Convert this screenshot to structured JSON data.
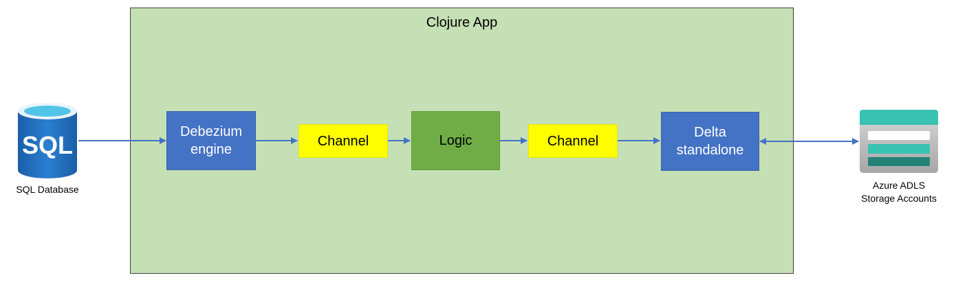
{
  "app": {
    "title": "Clojure App"
  },
  "nodes": {
    "debezium": "Debezium\nengine",
    "channel_1": "Channel",
    "logic": "Logic",
    "channel_2": "Channel",
    "delta": "Delta\nstandalone"
  },
  "external": {
    "sql_label": "SQL Database",
    "sql_icon_text": "SQL",
    "sql_icon": "sql-database-icon",
    "adls_label": "Azure ADLS\nStorage Accounts",
    "adls_icon": "storage-account-icon"
  },
  "colors": {
    "container": "#c5e0b4",
    "blue_node": "#4472c4",
    "yellow_node": "#ffff00",
    "green_node": "#70ad47",
    "arrow": "#4472c4"
  }
}
